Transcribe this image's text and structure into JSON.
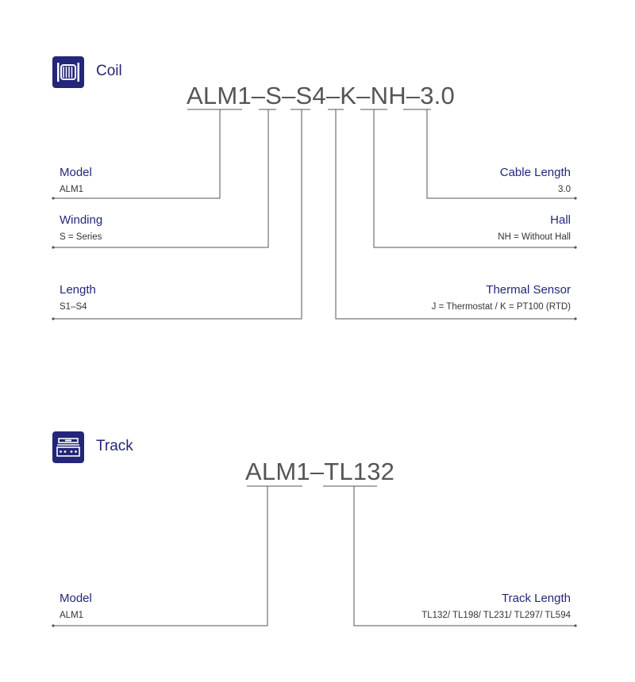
{
  "coil": {
    "icon": "coil-icon",
    "title": "Coil",
    "code": "ALM1–S–S4–K–NH–3.0",
    "fields": {
      "model": {
        "label": "Model",
        "value": "ALM1"
      },
      "winding": {
        "label": "Winding",
        "value": "S = Series"
      },
      "length": {
        "label": "Length",
        "value": "S1–S4"
      },
      "cable": {
        "label": "Cable Length",
        "value": "3.0"
      },
      "hall": {
        "label": "Hall",
        "value": "NH = Without Hall"
      },
      "thermal": {
        "label": "Thermal Sensor",
        "value": "J = Thermostat / K = PT100 (RTD)"
      }
    }
  },
  "track": {
    "icon": "track-icon",
    "title": "Track",
    "code": "ALM1–TL132",
    "fields": {
      "model": {
        "label": "Model",
        "value": "ALM1"
      },
      "length": {
        "label": "Track Length",
        "value": "TL132/ TL198/ TL231/ TL297/ TL594"
      }
    }
  },
  "colors": {
    "accent": "#24267a",
    "line": "#555555",
    "code_text": "#555555"
  }
}
